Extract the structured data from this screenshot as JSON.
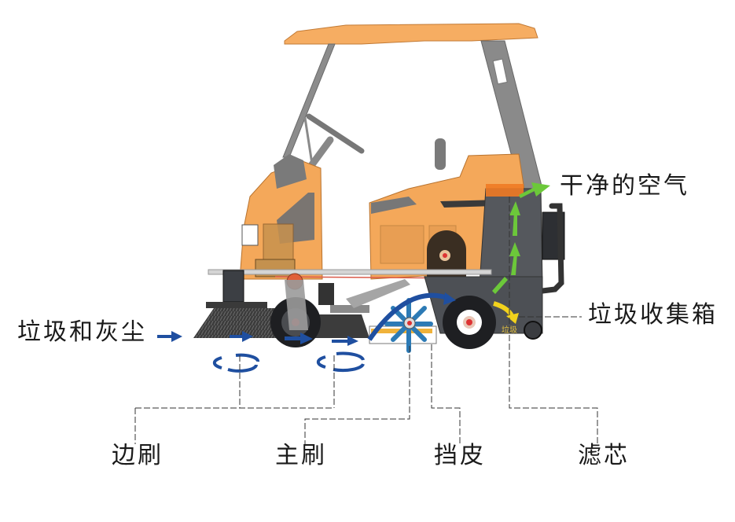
{
  "diagram": {
    "subject": "ride-on road sweeper cross-section",
    "colors": {
      "body_orange": "#f4a85a",
      "canopy_orange": "#f6ad62",
      "frame_grey": "#8a8a8a",
      "dark_grey": "#4a4d52",
      "flow_blue": "#1f4fa0",
      "clean_air_green": "#6cc83a",
      "debris_yellow": "#f2d21c",
      "filter_orange": "#ef7a23",
      "text": "#1a1a1a",
      "leader_line": "#333333"
    },
    "labels": {
      "input": "垃圾和灰尘",
      "clean_air": "干净的空气",
      "collection_box": "垃圾收集箱",
      "side_brush": "边刷",
      "main_brush": "主刷",
      "flap": "挡皮",
      "filter": "滤芯",
      "bin_marking": "垃圾"
    },
    "icons": {
      "input_arrow": "arrow-right",
      "rotation_marker": "circular-rotation-arrows",
      "clean_air_arrow": "arrow-up-green",
      "debris_arrow": "arrow-curve-yellow"
    }
  }
}
